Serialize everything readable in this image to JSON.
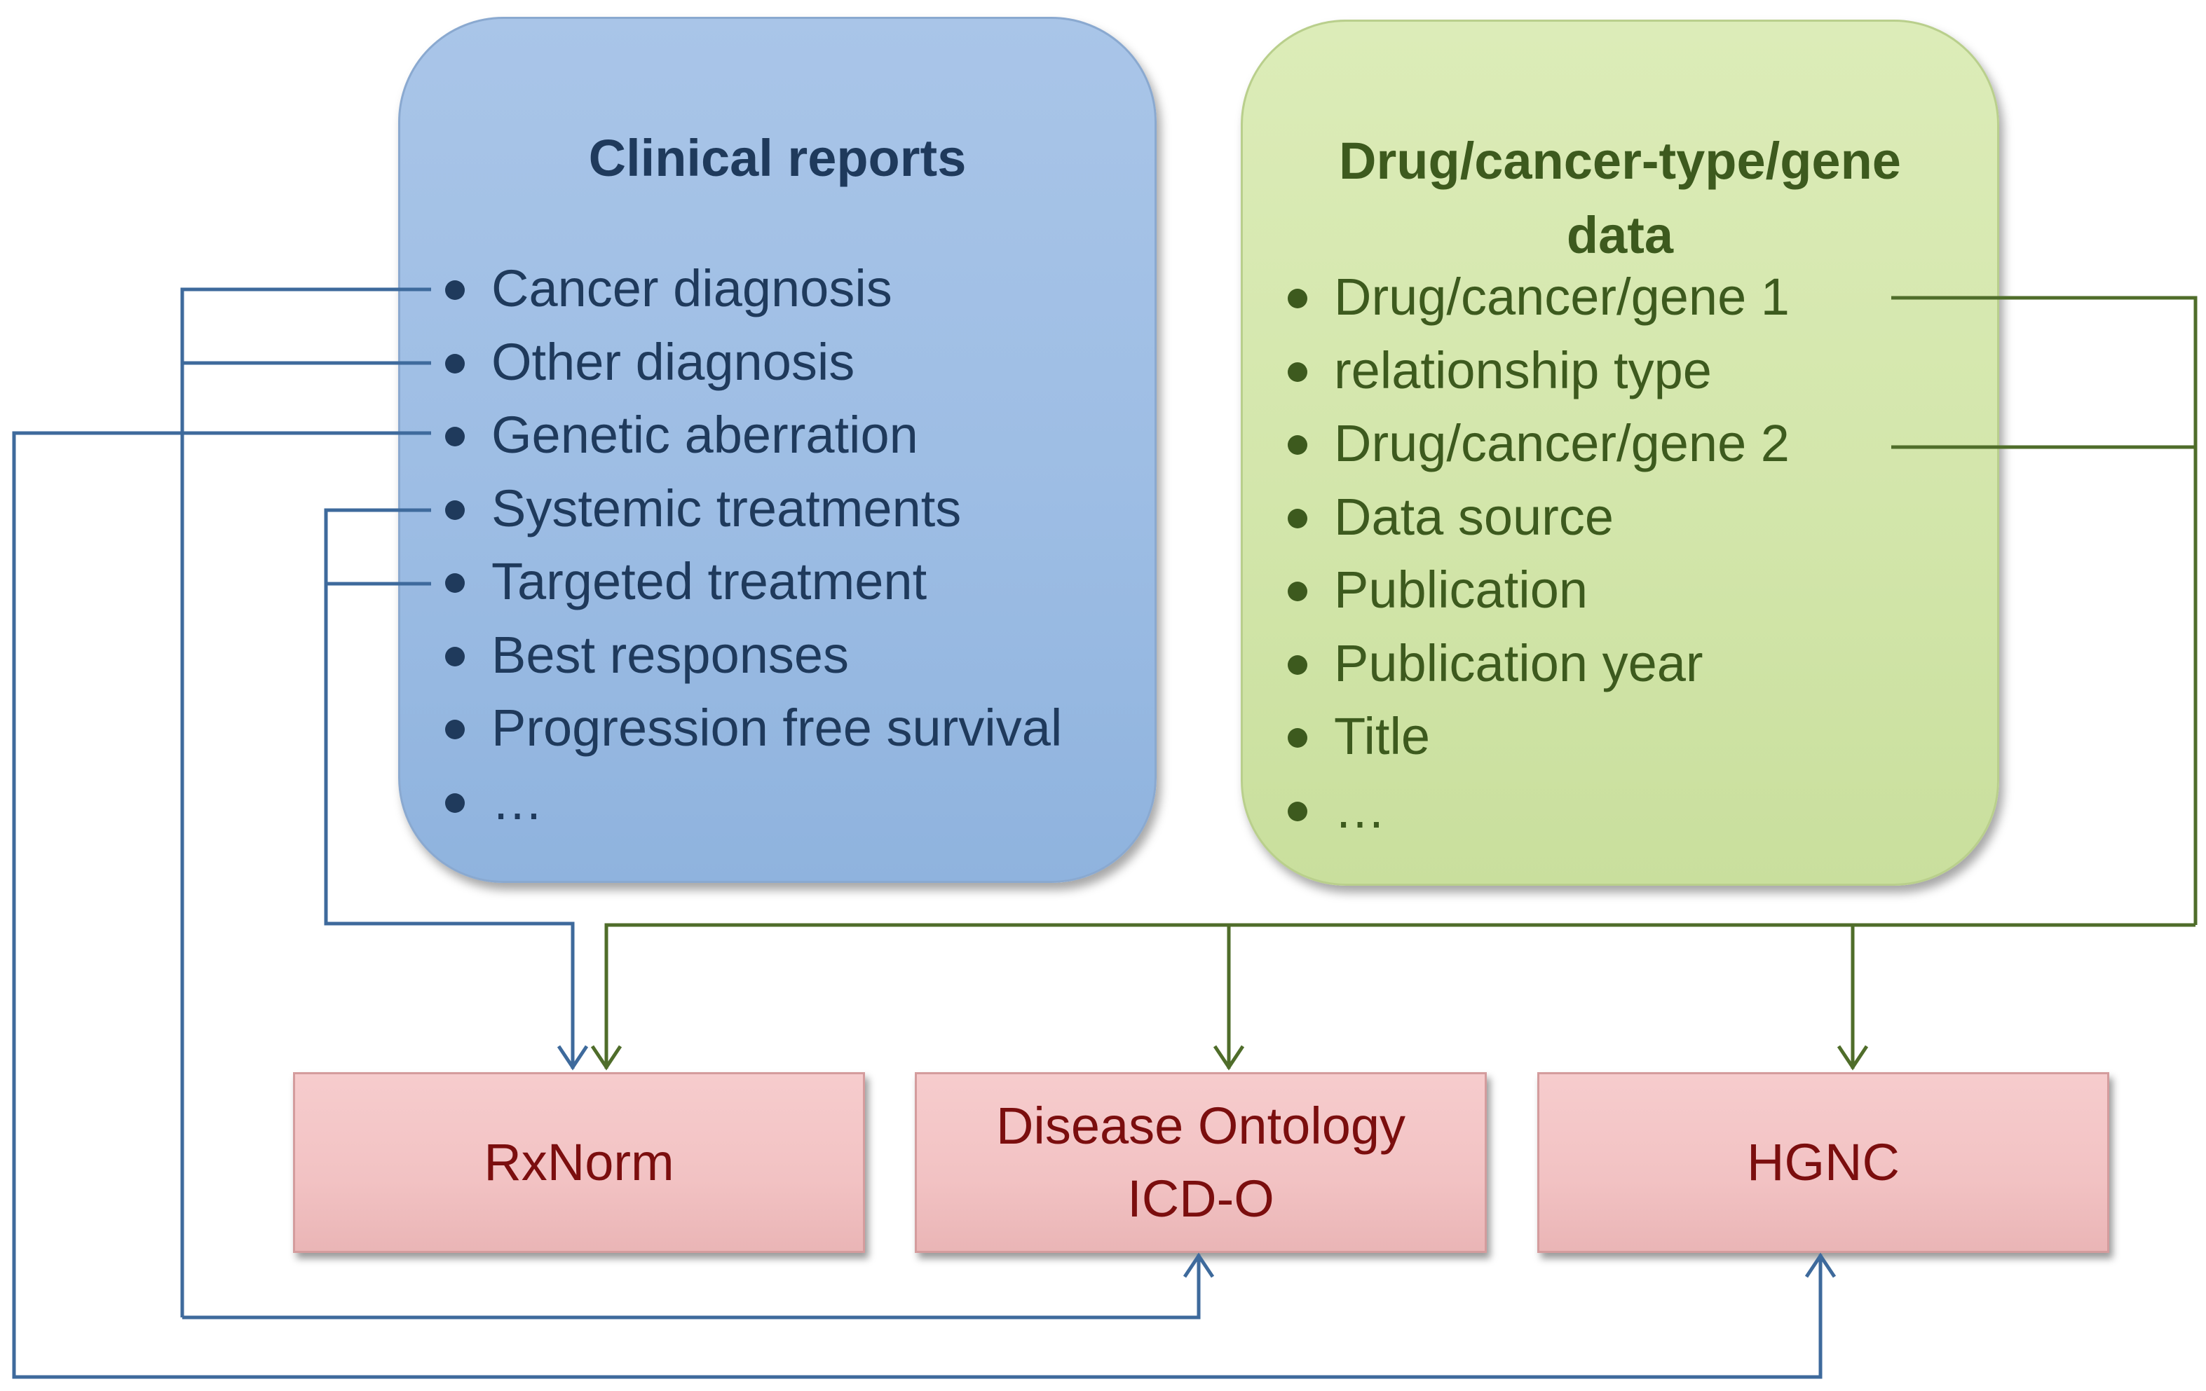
{
  "clinical": {
    "title": "Clinical reports",
    "items": [
      "Cancer diagnosis",
      "Other diagnosis",
      "Genetic aberration",
      "Systemic treatments",
      "Targeted treatment",
      "Best responses",
      "Progression free survival",
      "…"
    ]
  },
  "drug": {
    "title": "Drug/cancer-type/gene\ndata",
    "items": [
      "Drug/cancer/gene 1",
      "relationship type",
      "Drug/cancer/gene 2",
      "Data source",
      "Publication",
      "Publication year",
      "Title",
      "…"
    ]
  },
  "databases": {
    "rxnorm": "RxNorm",
    "disease": "Disease Ontology\nICD-O",
    "hgnc": "HGNC"
  },
  "colors": {
    "blue_box": "#9dbde4",
    "green_box": "#d3e6ab",
    "pink_box": "#f2c2c3",
    "blue_line": "#3e6a9c",
    "green_line": "#4f6d2a",
    "db_text": "#7b0e0e"
  }
}
